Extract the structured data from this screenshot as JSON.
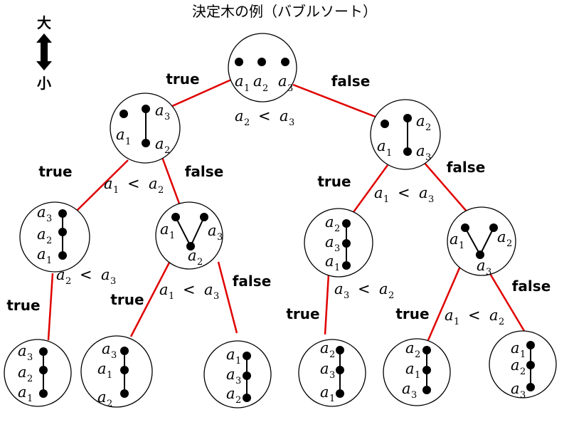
{
  "title": "決定木の例（バブルソート）",
  "legend": {
    "top": "大",
    "bottom": "小"
  },
  "branch_labels": {
    "true": "true",
    "false": "false"
  },
  "variable": "a",
  "less_than": "<",
  "root": {
    "indices": [
      "1",
      "2",
      "3"
    ],
    "compare": [
      "2",
      "3"
    ]
  },
  "nodes": [
    {
      "id": "n1",
      "compare": [
        "1",
        "2"
      ]
    },
    {
      "id": "n2",
      "compare": [
        "1",
        "3"
      ]
    },
    {
      "id": "n3",
      "compare": [
        "2",
        "3"
      ]
    },
    {
      "id": "n4",
      "compare": [
        "1",
        "3"
      ]
    },
    {
      "id": "n5",
      "compare": [
        "3",
        "2"
      ]
    },
    {
      "id": "n6",
      "compare": [
        "1",
        "2"
      ]
    }
  ]
}
